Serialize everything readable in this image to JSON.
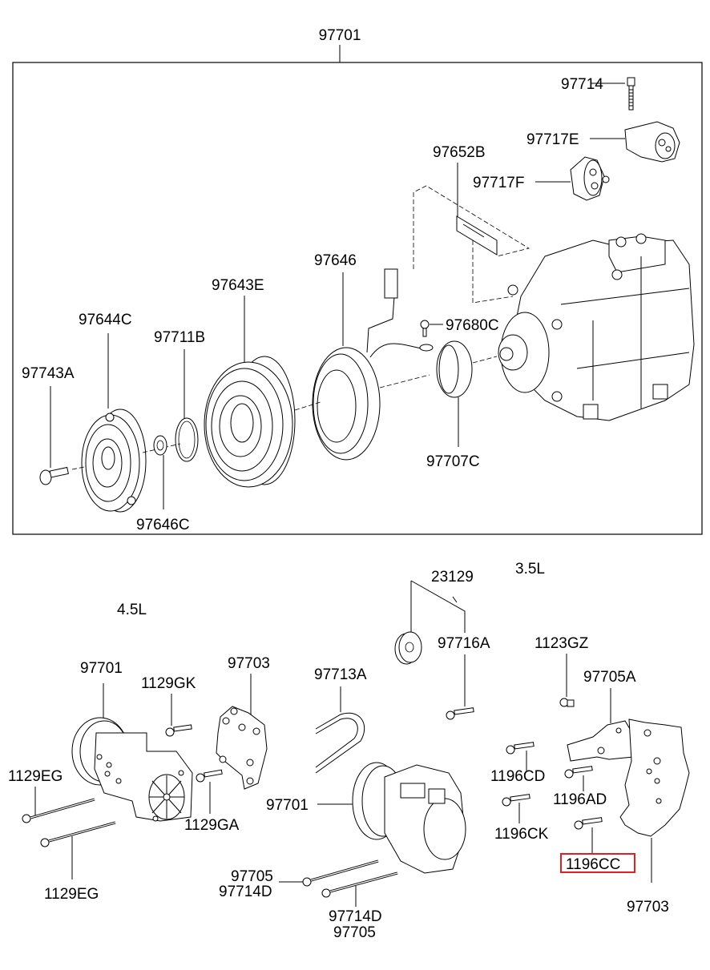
{
  "diagram": {
    "title": "A/C Compressor Assembly",
    "assembly_label": "97701",
    "highlight_color": "#e02020",
    "exploded_view": {
      "labels": {
        "compressor_assy": "97701",
        "bolt_97714": "97714",
        "valve_97717E": "97717E",
        "valve_97717F": "97717F",
        "bracket_97652B": "97652B",
        "coil_97646": "97646",
        "screw_97680C": "97680C",
        "seal_97707C": "97707C",
        "pulley_97643E": "97643E",
        "snap_ring_97711B": "97711B",
        "hub_97644C": "97644C",
        "bolt_97743A": "97743A",
        "shim_97646C": "97646C"
      }
    },
    "engine_4_5L": {
      "section_label": "4.5L",
      "labels": {
        "compressor": "97701",
        "bolt_1129GK": "1129GK",
        "bracket": "97703",
        "bolt_1129EG_top": "1129EG",
        "bolt_1129GA": "1129GA",
        "bolt_1129EG_bottom": "1129EG"
      }
    },
    "center_group": {
      "labels": {
        "pulley_23129": "23129",
        "bolt_97716A": "97716A",
        "belt_97713A": "97713A",
        "compressor": "97701",
        "bolt_upper_a": "97705",
        "bolt_upper_b": "97714D",
        "bolt_lower_a": "97714D",
        "bolt_lower_b": "97705"
      }
    },
    "engine_3_5L": {
      "section_label": "3.5L",
      "labels": {
        "bolt_1123GZ": "1123GZ",
        "bracket_97705A": "97705A",
        "bolt_1196CD": "1196CD",
        "bolt_1196AD": "1196AD",
        "bolt_1196CK": "1196CK",
        "bolt_1196CC": "1196CC",
        "bracket_97703": "97703"
      },
      "highlighted_part": "1196CC"
    }
  }
}
